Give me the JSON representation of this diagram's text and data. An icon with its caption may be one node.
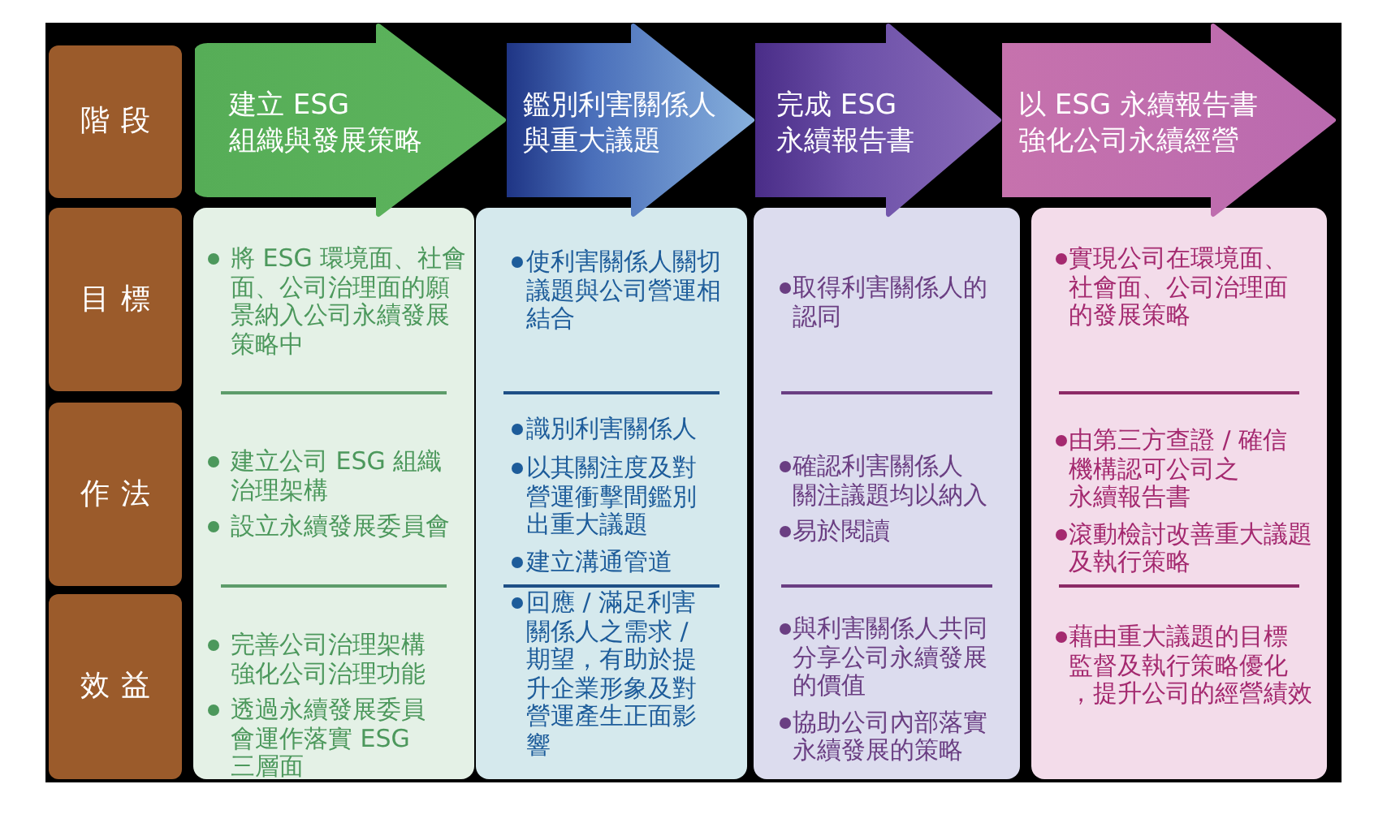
{
  "diagram": {
    "nodes": [
      {
        "text": [
          "階段"
        ]
      },
      {
        "text": [
          "建立 ESG組織與發展策略"
        ]
      },
      {
        "text": [
          "鑑別利害關係人與重大議題"
        ]
      },
      {
        "text": [
          "完成 ESG永續報告書"
        ]
      },
      {
        "text": [
          "以 ESG 永續報告書強化公司永續經營"
        ]
      },
      {
        "text": [
          "目標"
        ]
      },
      {
        "text": [
          "作法"
        ]
      },
      {
        "text": [
          "效益"
        ]
      },
      {
        "text": [],
        "shape": "box"
      },
      {
        "text": [
          "將 ESG 環境面、社會面、公司治理面的願景納入公司永續發展策略中"
        ],
        "in": 8
      },
      {
        "text": [
          "建立公司 ESG 組織治理架構",
          "設立永續發展委員會"
        ],
        "in": 8
      },
      {
        "text": [
          "完善公司治理架構強化公司治理功能",
          "透過永續發展委員會運作落實 ESG三層面"
        ],
        "in": 8
      },
      {
        "text": [],
        "shape": "box"
      },
      {
        "text": [
          "使利害關係人關切議題與公司營運相結合"
        ],
        "in": 12
      },
      {
        "text": [
          "識別利害關係人",
          "以其關注度及對營運衝擊間鑑別出重大議題",
          "建立溝通管道"
        ],
        "in": 12
      },
      {
        "text": [
          "回應 / 滿足利害關係人之需求 / 期望，有助於提升企業形象及對營運產生正面影響"
        ],
        "in": 12
      },
      {
        "text": [],
        "shape": "box"
      },
      {
        "text": [
          "取得利害關係人的認同"
        ],
        "in": 16
      },
      {
        "text": [
          "確認利害關係人關注議題均以納入",
          "易於閱讀"
        ],
        "in": 16
      },
      {
        "text": [
          "與利害關係人共同分享公司永續發展的價值",
          "協助公司內部落實永續發展的策略"
        ],
        "in": 16
      },
      {
        "text": [],
        "shape": "box"
      },
      {
        "text": [
          "實現公司在環境面、社會面、公司治理面的發展策略"
        ],
        "in": 20
      },
      {
        "text": [
          "由第三方查證 / 確信機構認可公司之永續報告書",
          "滾動檢討改善重大議題及執行策略"
        ],
        "in": 20
      },
      {
        "text": [
          "藉由重大議題的目標監督及執行策略優化，提升公司的經營績效"
        ],
        "in": 20
      }
    ]
  }
}
